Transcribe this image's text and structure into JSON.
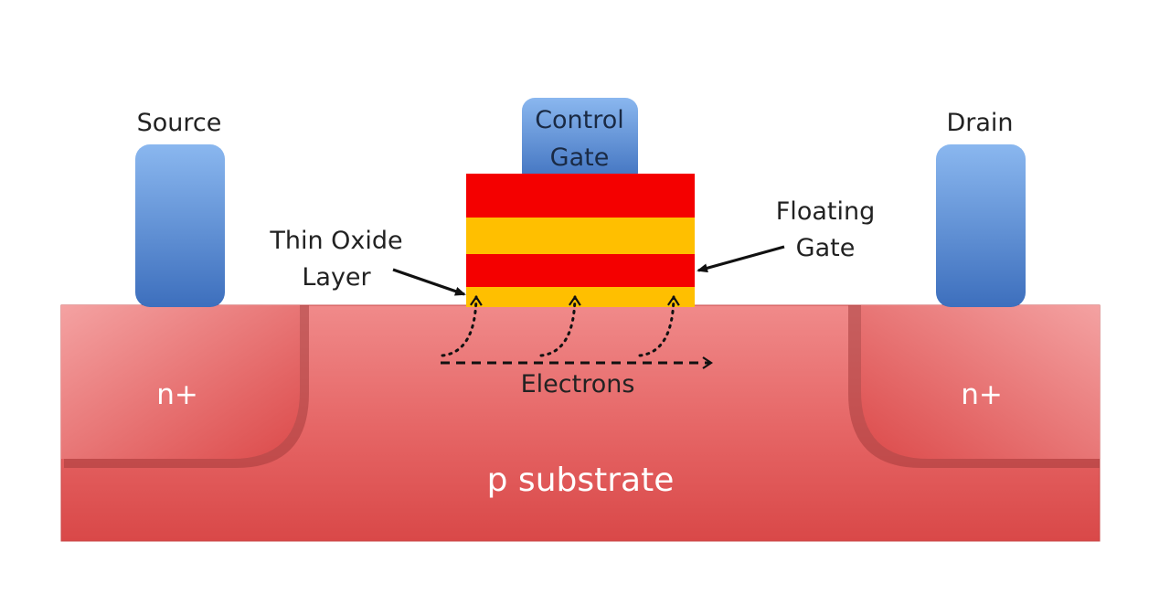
{
  "labels": {
    "source": "Source",
    "drain": "Drain",
    "control_gate_line1": "Control",
    "control_gate_line2": "Gate",
    "floating_gate_line1": "Floating",
    "floating_gate_line2": "Gate",
    "thin_oxide_line1": "Thin Oxide",
    "thin_oxide_line2": "Layer",
    "n_plus_left": "n+",
    "n_plus_right": "n+",
    "substrate": "p substrate",
    "electrons": "Electrons"
  },
  "colors": {
    "substrate": "#e05050",
    "doped_region": "#e45c5c",
    "electrode": "#4f84cc",
    "gate_red": "#f40000",
    "gate_yellow": "#ffbf00",
    "text": "#222222"
  }
}
